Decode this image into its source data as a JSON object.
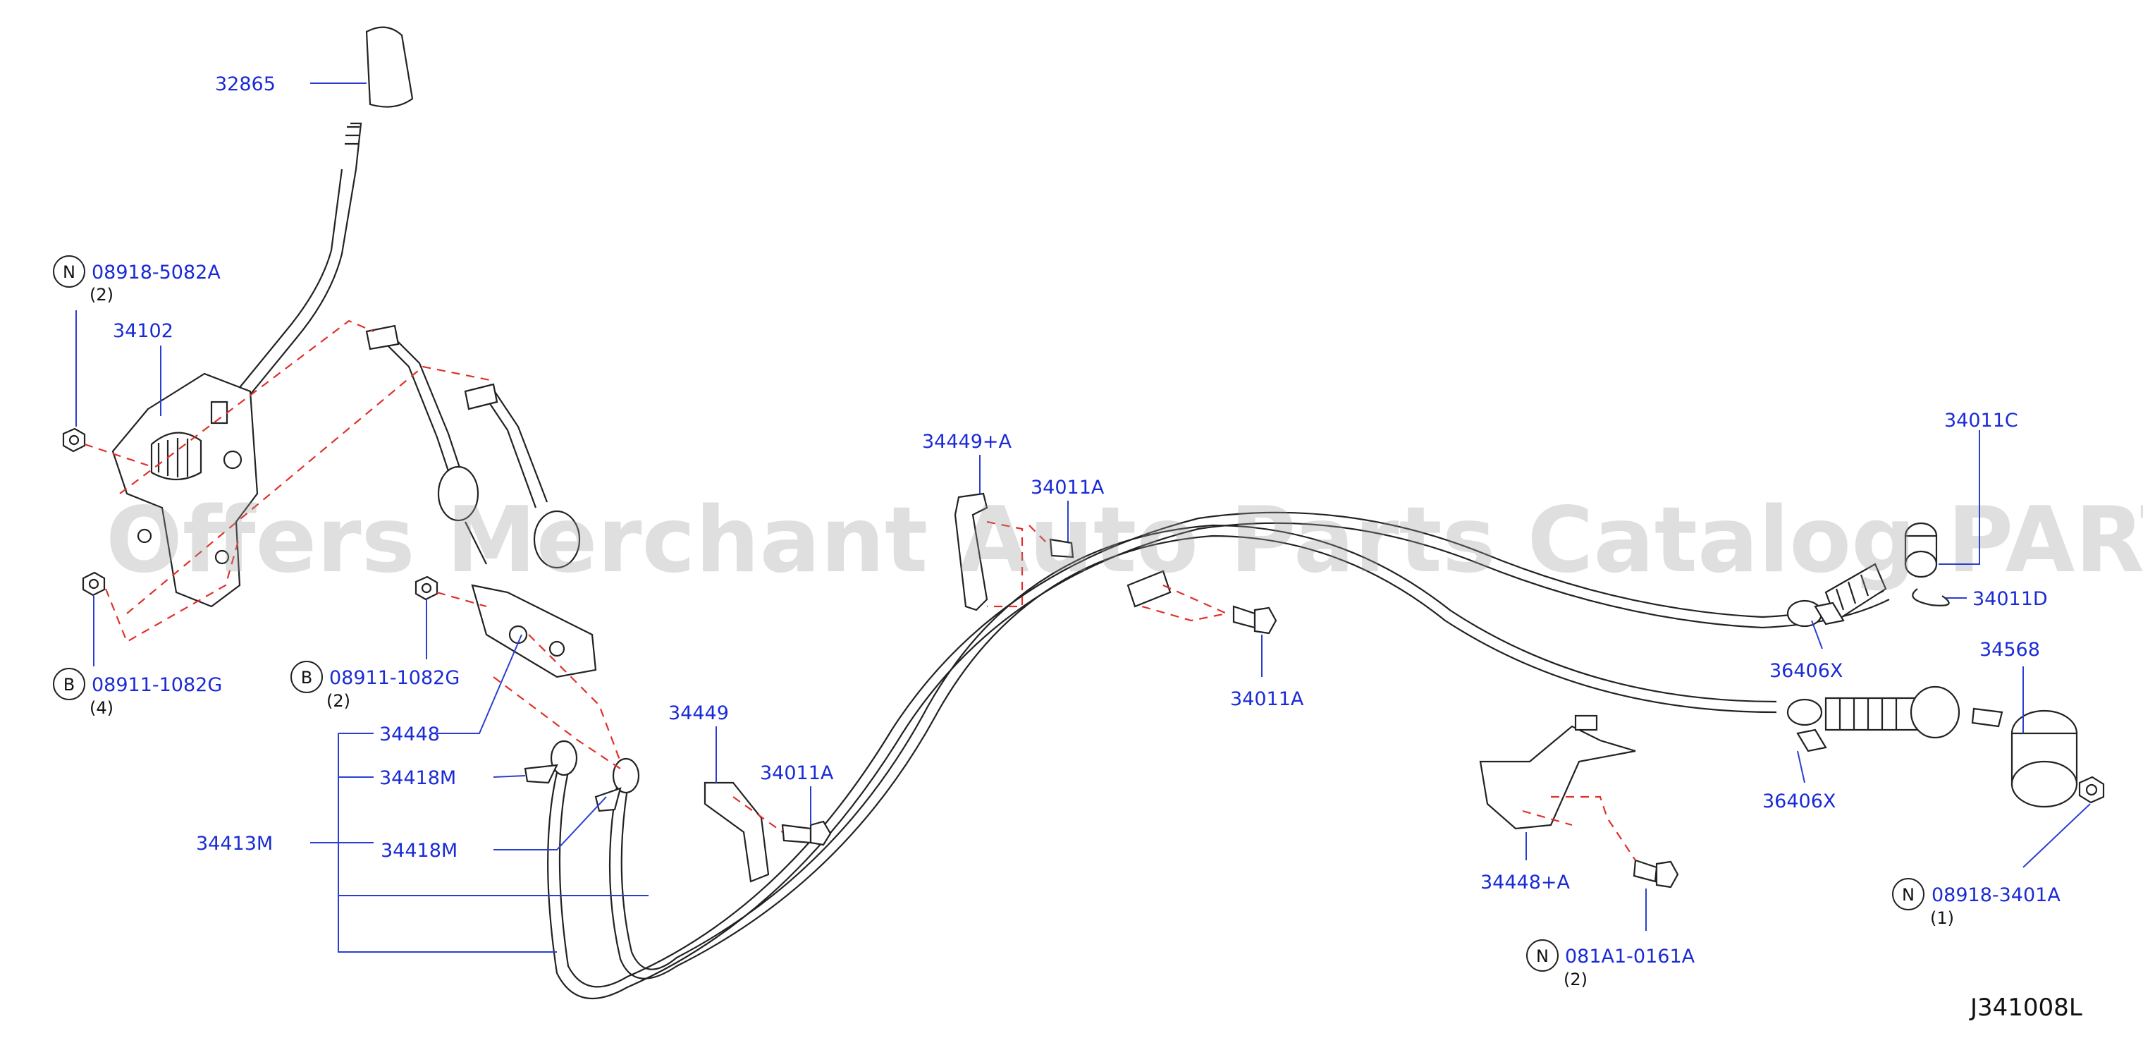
{
  "diagram": {
    "reference_code": "J341008L",
    "watermark": "Offers Merchant Auto Parts Catalog PARTSTORE.SA",
    "callouts": {
      "knob": "32865",
      "nut_top_left": "08918-5082A",
      "nut_top_left_qty": "(2)",
      "shifter": "34102",
      "bolt_left": "08911-1082G",
      "bolt_left_qty": "(4)",
      "bolt_mid": "08911-1082G",
      "bolt_mid_qty": "(2)",
      "bracket_34448": "34448",
      "clip_34418m_1": "34418M",
      "clip_34418m_2": "34418M",
      "cable_asm": "34413M",
      "bracket_34449": "34449",
      "bolt_34011a_low": "34011A",
      "bracket_34449a": "34449+A",
      "bolt_34011a_top": "34011A",
      "bolt_34011a_mid": "34011A",
      "end_34011c": "34011C",
      "pin_34011d": "34011D",
      "clip_36406x_1": "36406X",
      "weight_34568": "34568",
      "clip_36406x_2": "36406X",
      "nut_right": "08918-3401A",
      "nut_right_qty": "(1)",
      "bracket_34448a": "34448+A",
      "bolt_right": "081A1-0161A",
      "bolt_right_qty": "(2)"
    },
    "markers": {
      "n": "N",
      "b": "B"
    },
    "colors": {
      "label": "#1a2bd6",
      "dashed_link": "#e0302a",
      "line_art": "#222222"
    }
  }
}
